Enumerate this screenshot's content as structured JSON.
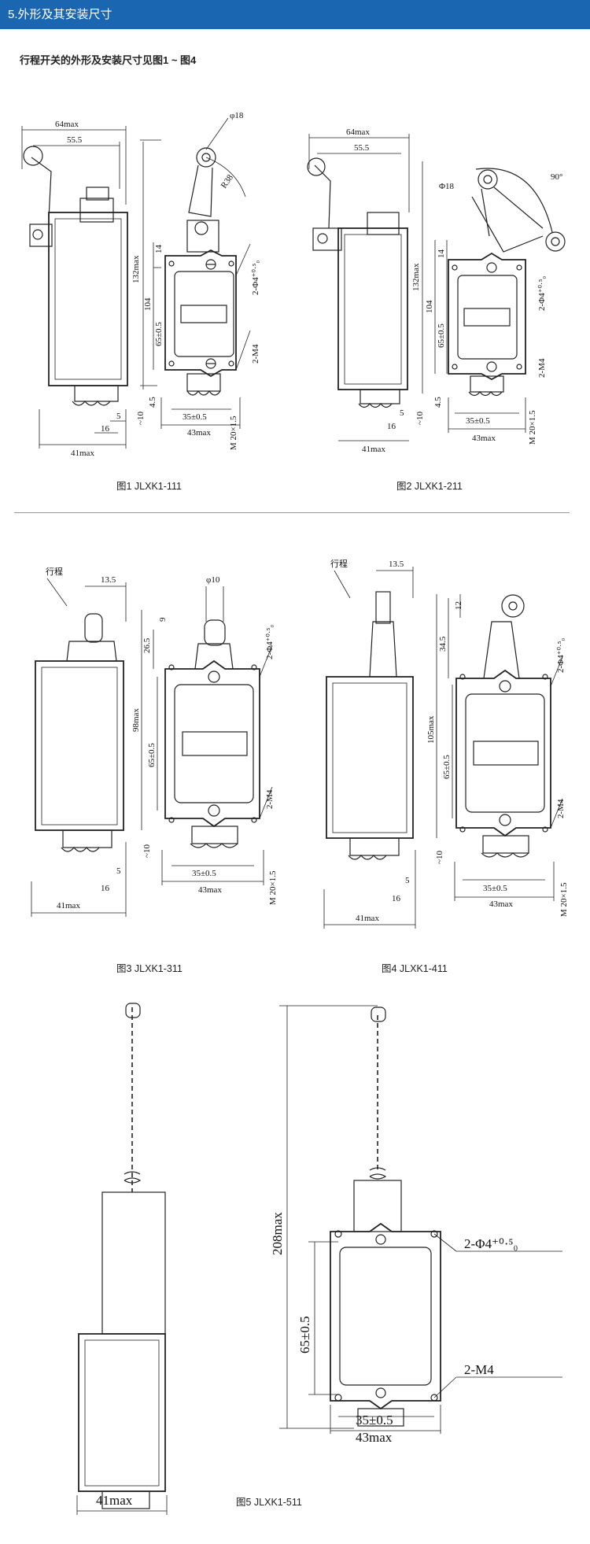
{
  "header": {
    "title": "5.外形及其安装尺寸"
  },
  "intro": "行程开关的外形及安装尺寸见图1 ~ 图4",
  "figures": [
    {
      "caption": "图1  JLXK1-111",
      "dims": {
        "width_max": "64max",
        "pin": "55.5",
        "hole": "φ18",
        "radius": "R38",
        "h14": "14",
        "h132": "132max",
        "h104": "104",
        "h65": "65±0.5",
        "h4_5": "4.5",
        "h10": "~10",
        "d5": "5",
        "d16": "16",
        "w41": "41max",
        "w35": "35±0.5",
        "w43": "43max",
        "holes": "2-Φ4⁺⁰·⁵₀",
        "m4": "2-M4",
        "thread": "M 20×1.5"
      }
    },
    {
      "caption": "图2  JLXK1-211",
      "dims": {
        "width_max": "64max",
        "pin": "55.5",
        "hole": "Φ18",
        "angle": "90°",
        "h14": "14",
        "h132": "132max",
        "h104": "104",
        "h65": "65±0.5",
        "h4_5": "4.5",
        "h10": "~10",
        "d5": "5",
        "d16": "16",
        "w41": "41max",
        "w35": "35±0.5",
        "w43": "43max",
        "holes": "2-Φ4⁺⁰·⁵₀",
        "m4": "2-M4",
        "thread": "M 20×1.5"
      }
    },
    {
      "caption": "图3  JLXK1-311",
      "dims": {
        "stroke": "行程",
        "d13_5": "13.5",
        "phi10": "φ10",
        "h9": "9",
        "h26_5": "26.5",
        "h98": "98max",
        "h65": "65±0.5",
        "h10": "~10",
        "d5": "5",
        "d16": "16",
        "w41": "41max",
        "w35": "35±0.5",
        "w43": "43max",
        "holes": "2-Φ4⁺⁰·⁵₀",
        "m4": "2-M4",
        "thread": "M 20×1.5"
      }
    },
    {
      "caption": "图4  JLXK1-411",
      "dims": {
        "stroke": "行程",
        "d13_5": "13.5",
        "h12": "12",
        "h34_5": "34.5",
        "h105": "105max",
        "h65": "65±0.5",
        "h10": "~10",
        "d5": "5",
        "d16": "16",
        "w41": "41max",
        "w35": "35±0.5",
        "w43": "43max",
        "holes": "2-Φ4⁺⁰·⁵₀",
        "m4": "2-M4",
        "thread": "M 20×1.5"
      }
    },
    {
      "caption": "图5  JLXK1-511",
      "dims": {
        "h208": "208max",
        "h65": "65±0.5",
        "w41": "41max",
        "w35": "35±0.5",
        "w43": "43max",
        "holes": "2-Φ4⁺⁰·⁵₀",
        "m4": "2-M4"
      }
    }
  ]
}
